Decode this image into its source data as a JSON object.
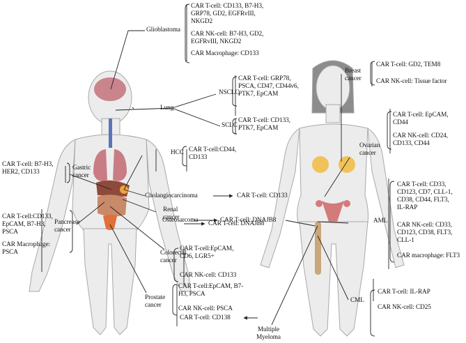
{
  "cancers": {
    "glioblastoma": {
      "name": "Glioblastoma",
      "car_t": "CAR T-cell: CD133, B7-H3,\nGRP78, GD2, EGFRvIII,\nNKGD2",
      "car_nk": "CAR NK-cell: B7-H3, GD2,\nEGFRvIII, NKGD2",
      "car_macrophage": "CAR Macrophage: CD133"
    },
    "lung": {
      "name": "Lung",
      "nsclc": {
        "name": "NSCLC",
        "car_t": "CAR T-cell: GRP78,\nPSCA, CD47, CD44v6,\nPTK7, EpCAM"
      },
      "sclc": {
        "name": "SCLC",
        "car_t": "CAR T-cell: CD133,\nPTK7, EpCAM"
      }
    },
    "hcc": {
      "name": "HCC",
      "car_t": "CAR T-cell:CD44,\nCD133"
    },
    "gastric": {
      "name": "Gastric\ncancer",
      "car_t": "CAR T-cell: B7-H3,\nHER2, CD133"
    },
    "cholangiocarcinoma": {
      "name": "Cholangiocarcinoma",
      "car_t": "CAR T-cell: CD133"
    },
    "renal": {
      "name": "Renal\ncancer",
      "car_t": "CAR T-cell: DNAJB8"
    },
    "osteosarcoma": {
      "name": "Osteosarcoma",
      "car_t": "CAR T-cell: DNAJB8"
    },
    "pancrease": {
      "name": "Pancrease\ncancer",
      "car_t": "CAR T-cell:CD133,\nEpCAM, B7-H3,\nPSCA",
      "car_macrophage": "CAR Macrophage:\nPSCA"
    },
    "colorectal": {
      "name": "Colorectal\ncancer",
      "car_t": "CAR T-cell:EpCAM,\nCD6, LGR5+",
      "car_nk": "CAR NK-cell: CD133"
    },
    "prostate": {
      "name": "Prostate\ncancer",
      "car_t": "CAR T-cell:EpCAM, B7-\nH3, PSCA",
      "car_nk": "CAR NK-cell: PSCA"
    },
    "breast": {
      "name": "Breast\ncancer",
      "car_t": "CAR T-cell: GD2, TEM8",
      "car_nk": "CAR NK-cell: Tissue factor"
    },
    "ovarian": {
      "name": "Ovarian\ncancer",
      "car_t": "CAR T-cell: EpCAM,\nCD44",
      "car_nk": "CAR NK-cell: CD24,\nCD133, CD44"
    },
    "aml": {
      "name": "AML",
      "car_t": "CAR T-cell: CD33,\nCD123, CD7, CLL-1,\nCD38, CD44, FLT3,\nIL-RAP",
      "car_nk": "CAR NK-cell: CD33,\nCD123, CD38, FLT3,\nCLL-1",
      "car_macrophage": "CAR macrophage: FLT3"
    },
    "cml": {
      "name": "CML",
      "car_t": "CAR T-cell: IL-RAP",
      "car_nk": "CAR NK-cell: CD25"
    },
    "myeloma": {
      "name": "Multiple\nMyeloma",
      "car_t": "CAR T-cell: CD138"
    }
  },
  "colors": {
    "body_fill": "#ececec",
    "body_stroke": "#a8a8a8",
    "brain": "#c9848c",
    "lung": "#c97c84",
    "trachea": "#5a74b8",
    "liver": "#8e4a3a",
    "tumor": "#f0a43a",
    "prostate": "#e0703a",
    "breast": "#f2c25a",
    "uterus": "#d37a7a",
    "bone": "#c9a77a",
    "hair": "#8c8c8c",
    "line": "#222222"
  }
}
